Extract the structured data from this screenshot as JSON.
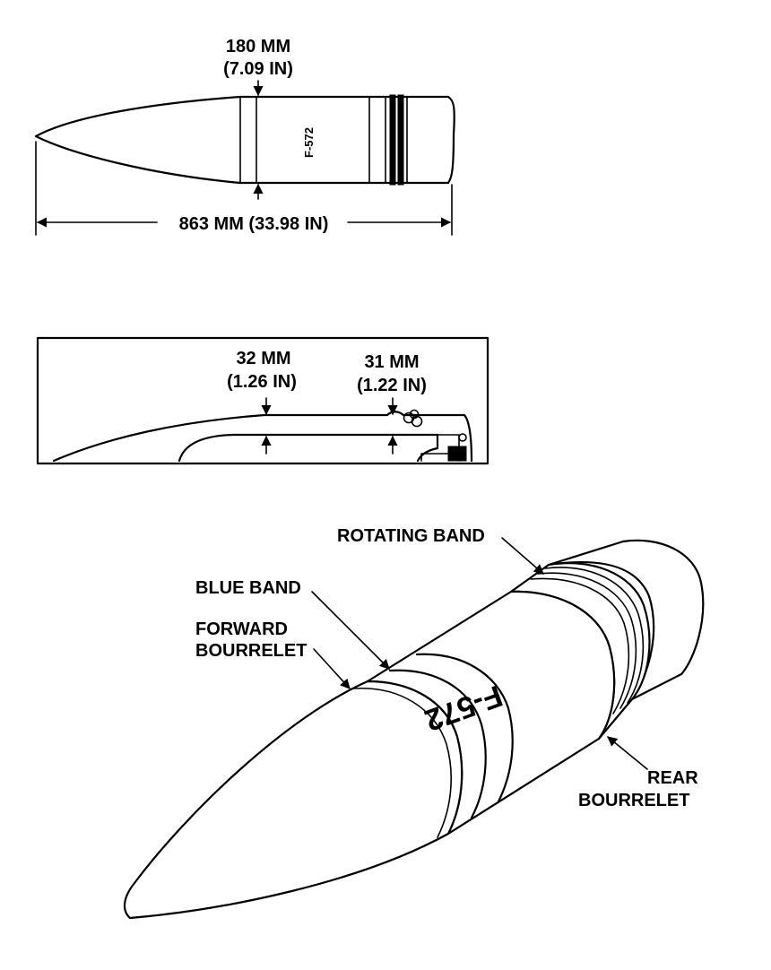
{
  "side_view": {
    "diameter_mm": "180 MM",
    "diameter_in": "(7.09 IN)",
    "length": "863 MM (33.98 IN)",
    "body_marking": "F-572"
  },
  "section_view": {
    "left_thickness_mm": "32 MM",
    "left_thickness_in": "(1.26 IN)",
    "right_thickness_mm": "31 MM",
    "right_thickness_in": "(1.22 IN)"
  },
  "isometric_view": {
    "rotating_band": "ROTATING BAND",
    "blue_band": "BLUE BAND",
    "forward_bourrelet_line1": "FORWARD",
    "forward_bourrelet_line2": "BOURRELET",
    "rear_bourrelet_line1": "REAR",
    "rear_bourrelet_line2": "BOURRELET",
    "body_marking": "F-572"
  },
  "colors": {
    "ink": "#000000",
    "paper": "#ffffff"
  }
}
